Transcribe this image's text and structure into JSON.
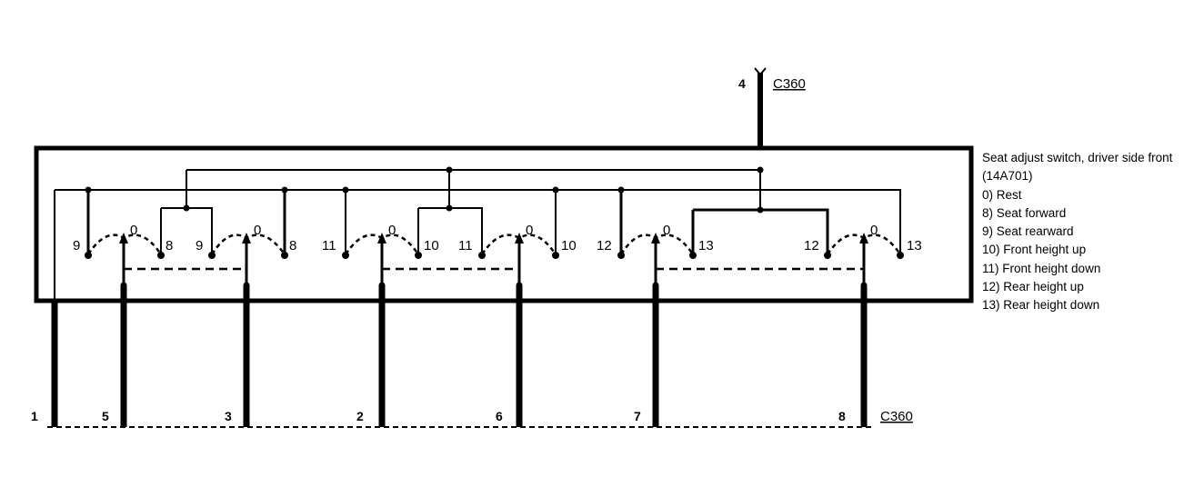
{
  "component": {
    "title": "Seat adjust switch, driver side front (14A701)"
  },
  "legend": [
    "0) Rest",
    "8) Seat forward",
    "9) Seat rearward",
    "10) Front height up",
    "11) Front height down",
    "12) Rear height up",
    "13) Rear height down"
  ],
  "connectors": {
    "top": "C360",
    "bottom": "C360"
  },
  "pins": {
    "top": "4",
    "bottom": [
      "1",
      "5",
      "3",
      "2",
      "6",
      "7",
      "8"
    ]
  },
  "contacts": {
    "s1": [
      "9",
      "0",
      "8"
    ],
    "s2": [
      "9",
      "0",
      "8"
    ],
    "s3": [
      "11",
      "0",
      "10"
    ],
    "s4": [
      "11",
      "0",
      "10"
    ],
    "s5": [
      "12",
      "0",
      "13"
    ],
    "s6": [
      "12",
      "0",
      "13"
    ]
  }
}
